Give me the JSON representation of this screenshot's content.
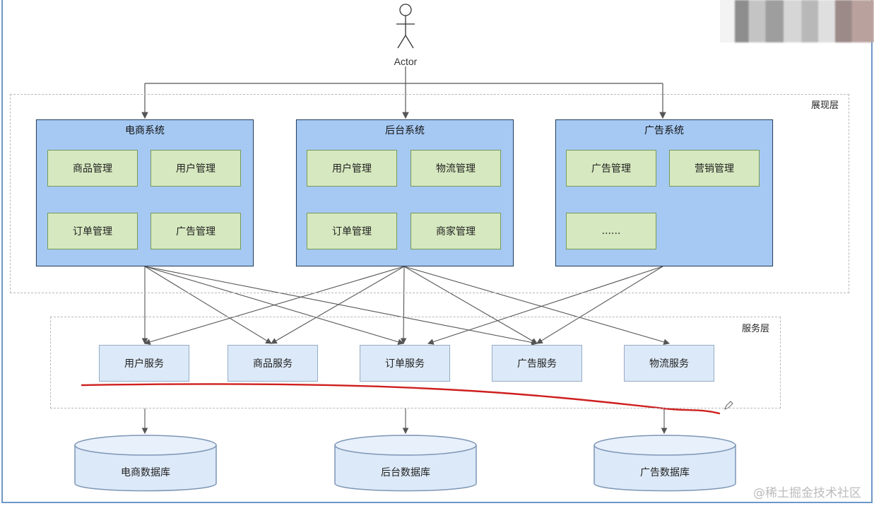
{
  "actor": {
    "label": "Actor"
  },
  "layers": {
    "presentation": "展现层",
    "service": "服务层"
  },
  "systems": [
    {
      "id": "ecommerce",
      "title": "电商系统",
      "modules": [
        "商品管理",
        "用户管理",
        "订单管理",
        "广告管理"
      ]
    },
    {
      "id": "backend",
      "title": "后台系统",
      "modules": [
        "用户管理",
        "物流管理",
        "订单管理",
        "商家管理"
      ]
    },
    {
      "id": "ads",
      "title": "广告系统",
      "modules": [
        "广告管理",
        "营销管理",
        "......"
      ]
    }
  ],
  "services": [
    "用户服务",
    "商品服务",
    "订单服务",
    "广告服务",
    "物流服务"
  ],
  "databases": [
    "电商数据库",
    "后台数据库",
    "广告数据库"
  ],
  "watermark": "@稀土掘金技术社区",
  "colors": {
    "system_fill": "#a6c9f3",
    "system_border": "#26425f",
    "module_fill": "#d6e8bf",
    "module_border": "#769a57",
    "service_fill": "#dce9f8",
    "db_fill": "#dce9f8",
    "annotation_line": "#cf1f1f"
  }
}
